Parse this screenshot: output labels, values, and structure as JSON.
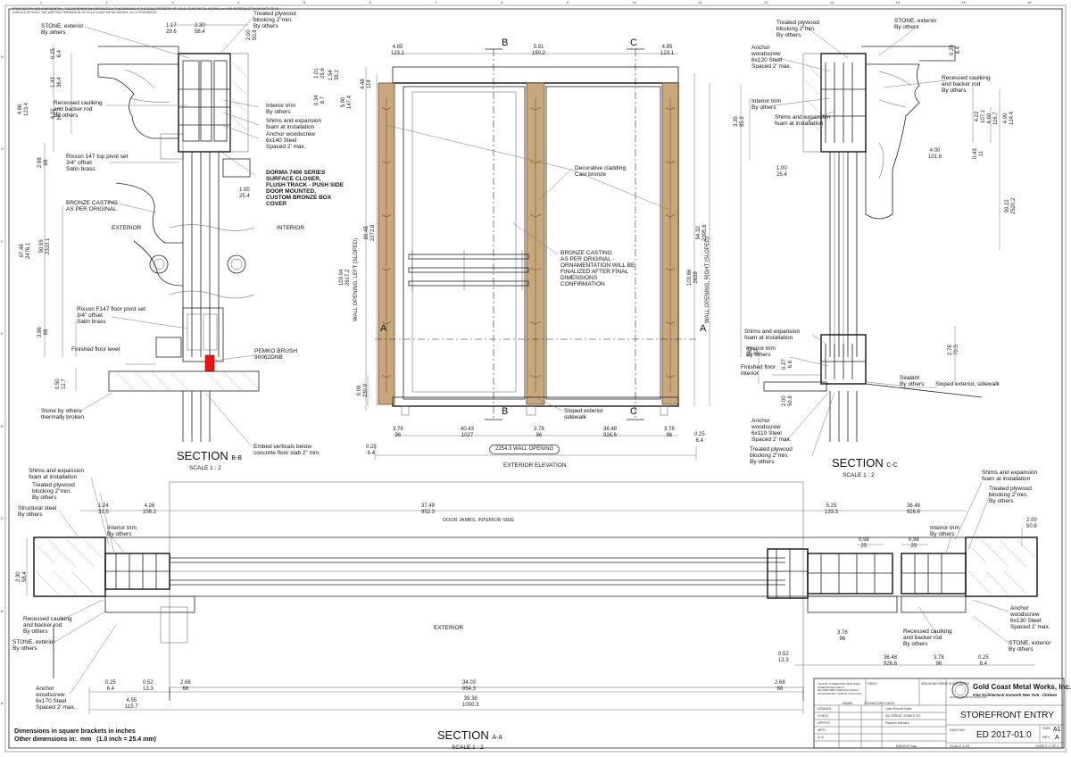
{
  "header": {
    "note": "PROPRIETARY AND CONFIDENTIAL - THE INFORMATION CONTAINED IN THIS DRAWING IS THE SOLE PROPERTY OF GOLD COAST METAL WORKS, Inc. ANY REPRODUCTION IN PART OR AS A WHOLE WITHOUT THE WRITTEN PERMISSION OF GOLD COAST METAL WORKS, Inc. IS PROHIBITED.",
    "grid_numbers": [
      "1",
      "2",
      "3",
      "4",
      "5",
      "6",
      "7",
      "8",
      "9",
      "10",
      "11",
      "12",
      "13",
      "14",
      "15",
      "16"
    ],
    "grid_letters": [
      "A",
      "B",
      "C",
      "D",
      "E",
      "F",
      "G",
      "H"
    ]
  },
  "views": {
    "section_bb": {
      "title": "SECTION",
      "suffix": "B-B",
      "scale": "SCALE 1 : 2"
    },
    "section_cc": {
      "title": "SECTION",
      "suffix": "C-C",
      "scale": "SCALE 1 : 2"
    },
    "section_aa": {
      "title": "SECTION",
      "suffix": "A-A",
      "scale": "SCALE 1 : 2"
    },
    "elevation": {
      "title": "EXTERIOR ELEVATION"
    },
    "cut_markers": {
      "a": "A",
      "b": "B",
      "c": "C"
    }
  },
  "labels_bb": {
    "stone": "STONE, exterior\nBy others",
    "plywood": "Treated plywood\nblocking 2\"min.\nBy others",
    "recessed": "Recessed caulking\nand backer rod\nBy others",
    "interior_trim": "Interior trim\nBy others",
    "shims": "Shims and expansion\nfoam at installation",
    "anchor": "Anchor woodscrew\n6x140 Steel\nSpaced 2' max.",
    "rixson_top": "Rixson 147 top pivot set\n3/4\" offset\nSatin brass",
    "dorma": "DORMA 7400 SERIES\nSURFACE CLOSER,\nFLUSH TRACK - PUSH SIDE\nDOOR MOUNTED,\nCUSTOM BRONZE BOX\nCOVER",
    "bronze": "BRONZE CASTING\nAS PER ORIGINAL",
    "exterior": "EXTERIOR",
    "interior": "INTERIOR",
    "rixson_floor": "Rixson F147 floor pivot set\n3/4\" offset\nSatin brass",
    "finished_floor": "Finished floor level",
    "pemko": "PEMKO BRUSH\n90062DNB",
    "stone_floor": "Stone by others\nthermally broken",
    "embed": "Embed verticals below\nconcrete floor slab 2\" min."
  },
  "labels_elev": {
    "decorative": "Decorative cladding\nCast bronze",
    "casting": "BRONZE CASTING\nAS PER ORIGINAL -\nORNAMENTATION WILL BE\nFINALIZED AFTER FINAL\nDIMENSIONS\nCONFIRMATION",
    "sloped": "Sloped exterior\nsidewalk",
    "wall_left": "WALL OPENING, LEFT (SLOPED)",
    "wall_right": "WALL OPENING, RIGHT (SLOPED)",
    "wall_opening": "2254.3 WALL OPENING"
  },
  "labels_cc": {
    "plywood": "Treated plywood\nblocking 2\"min.\nBy others",
    "stone": "STONE, exterior\nBy others",
    "anchor_top": "Anchor\nwoodscrew\n6x120 Steel\nSpaced 2' max.",
    "recessed": "Recessed caulking\nand backer rod\nBy others",
    "interior_trim": "Interior trim\nBy others",
    "shims": "Shims and expansion\nfoam at installation",
    "shims2": "Shims and expansion\nfoam at installation",
    "interior_trim2": "Interior trim\nBy others",
    "finished_floor": "Finished floor\ninterior",
    "sealant": "Sealant\nBy others",
    "sloped": "Sloped exterior, sidewalk",
    "anchor_bot": "Anchor\nwoodscrew\n6x110 Steel\nSpaced 2' max.",
    "plywood2": "Treated plywood\nblocking 2\"min.\nBy others"
  },
  "labels_aa": {
    "shims_l": "Shims and expansion\nfoam at installation",
    "plywood_l": "Treated plywood\nblocking 2\"min.\nBy others",
    "structural": "Structural steel\nBy others",
    "interior_trim_l": "Interior trim\nBy others",
    "recessed_l": "Recessed caulking\nand backer rod\nBy others",
    "stone_l": "STONE, exterior\nBy others",
    "anchor_l": "Anchor\nwoodscrew\n6x170 Steel\nSpaced 2' max.",
    "exterior": "EXTERIOR",
    "door_jambs": "DOOR JAMBS, INTERIOR SIDE",
    "shims_r": "Shims and expansion\nfoam at installation",
    "plywood_r": "Treated plywood\nblocking 2\"min.\nBy others",
    "interior_trim_r": "Interior trim\nBy others",
    "anchor_r": "Anchor\nwoodscrew\n6x130 Steel\nSpaced 2' max.",
    "recessed_r": "Recessed caulking\nand backer rod\nBy others",
    "stone_r": "STONE, exterior\nBy others"
  },
  "dims": {
    "bb_top1": "1.17\n29.6",
    "bb_top2": "2.30\n58.4",
    "bb_top3": "2.00\n50.8",
    "bb_left1": "0.25\n6.4",
    "bb_left2": "1.43\n36.4",
    "bb_left3": "4.86\n123.4",
    "bb_left4": "4.22\n107.1",
    "bb_r1": "1.01\n25.6",
    "bb_r2": "1.54\n39.2",
    "bb_r3": "0.34\n8.7",
    "bb_r4": "5.80\n147.4",
    "bb_268": "2.68\n68",
    "bb_100": "1.00\n25.4",
    "bb_9748": "97.48\n2476.1",
    "bb_9095": "90.95\n2310.1",
    "bb_386": "3.86\n98",
    "bb_050": "0.50\n12.7",
    "el_485l": "4.85\n123.1",
    "el_591": "5.91\n150.2",
    "el_485r": "4.85\n123.1",
    "el_448": "4.48\n114",
    "el_8948": "89.48\n2272.8",
    "el_10304": "103.04\n2617.2",
    "el_10386": "103.86\n2638",
    "el_9432": "94.32\n2395.8",
    "el_909": "9.09\n230.9",
    "el_378a": "3.78\n96",
    "el_4043": "40.43\n1027",
    "el_378b": "3.78\n96",
    "el_3648": "36.48\n926.6",
    "el_378c": "3.78\n96",
    "el_025l": "0.25\n6.4",
    "el_025r": "0.25\n6.4",
    "cc_025": "0.25\n6.4",
    "cc_325": "3.35\n85.2",
    "cc_422": "4.22\n107.1",
    "cc_460": "4.60\n116.7",
    "cc_490": "4.90\n124.4",
    "cc_400": "4.00\n101.6",
    "cc_043": "0.43\n11",
    "cc_100": "1.00\n25.4",
    "cc_9922": "99.22\n2520.2",
    "cc_362": "3.62\n92",
    "cc_027": "0.27\n6.8",
    "cc_200": "2.00\n50.8",
    "cc_278": "2.78\n70.5",
    "aa_124": "1.24\n31.5",
    "aa_426": "4.26\n108.2",
    "aa_3749": "37.49\n952.3",
    "aa_525": "5.25\n133.3",
    "aa_3648t": "36.48\n926.6",
    "aa_200": "2.00\n50.8",
    "aa_230": "2.30\n58.4",
    "aa_098a": "0.98\n25",
    "aa_098b": "0.98\n25",
    "aa_025l": "0.25\n6.4",
    "aa_052": "0.52\n13.3",
    "aa_268l": "2.68\n68",
    "aa_3403": "34.03\n864.3",
    "aa_268r": "2.68\n68",
    "aa_455": "4.55\n115.7",
    "aa_3938": "39.38\n1000.3",
    "aa_052r": "0.52\n13.3",
    "aa_378": "3.78\n96",
    "aa_3648b": "36.48\n926.6",
    "aa_378b": "3.78\n96",
    "aa_025r": "0.25\n6.4"
  },
  "footer": {
    "note": "Dimensions in square brackets in inches\nOther dimensions in:  mm   (1.0 inch = 25.4 mm)"
  },
  "title_block": {
    "company": "Gold Coast Metal Works, Inc.",
    "tagline": "Fine Architectural Ironwork New York - Chelsea",
    "drawing_title": "STOREFRONT ENTRY",
    "drawing_no": "ED 2017-01.0",
    "size": "A1",
    "rev": "A",
    "scale_lbl": "SCALE 1:20",
    "sheet": "SHEET 1 OF 1",
    "weight": "WEIGHT kgs",
    "fields": [
      "DRAWN",
      "CHK'D",
      "APPV'D",
      "MFG",
      "Q.A"
    ],
    "col_heads": [
      "NAME",
      "SIGNATURE",
      "DATE"
    ],
    "drawn_date": "Last Saved Date",
    "project": "45 GREAT JONES ST.",
    "owner": "Rachel Mizrahi",
    "stamp": "GOLD COAST METAL WORKS INC"
  }
}
